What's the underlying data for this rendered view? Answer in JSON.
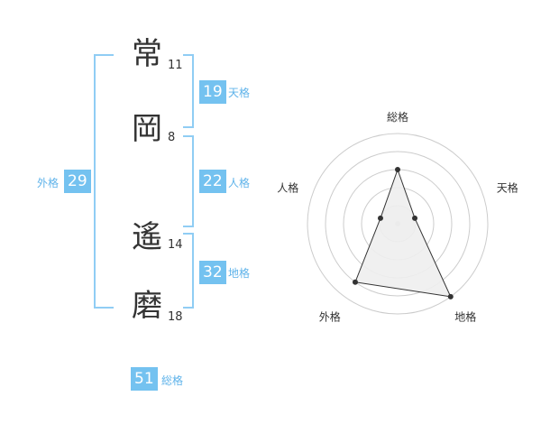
{
  "name": {
    "chars": [
      {
        "char": "常",
        "strokes": "11"
      },
      {
        "char": "岡",
        "strokes": "8"
      },
      {
        "char": "遙",
        "strokes": "14"
      },
      {
        "char": "磨",
        "strokes": "18"
      }
    ]
  },
  "kaku": {
    "tenkaku": {
      "value": "19",
      "label": "天格"
    },
    "jinkaku": {
      "value": "22",
      "label": "人格"
    },
    "chikaku": {
      "value": "32",
      "label": "地格"
    },
    "gaikaku": {
      "value": "29",
      "label": "外格"
    },
    "soukaku": {
      "value": "51",
      "label": "総格"
    }
  },
  "radar": {
    "axes": [
      "総格",
      "天格",
      "地格",
      "外格",
      "人格"
    ],
    "values": [
      3,
      1,
      5,
      4,
      1
    ],
    "max": 5,
    "rings": 4
  },
  "colors": {
    "accent": "#74c2f0",
    "bracket": "#90cdf4",
    "label": "#5fb3ea",
    "polygon_fill": "#eeeeee",
    "grid": "#cccccc"
  }
}
